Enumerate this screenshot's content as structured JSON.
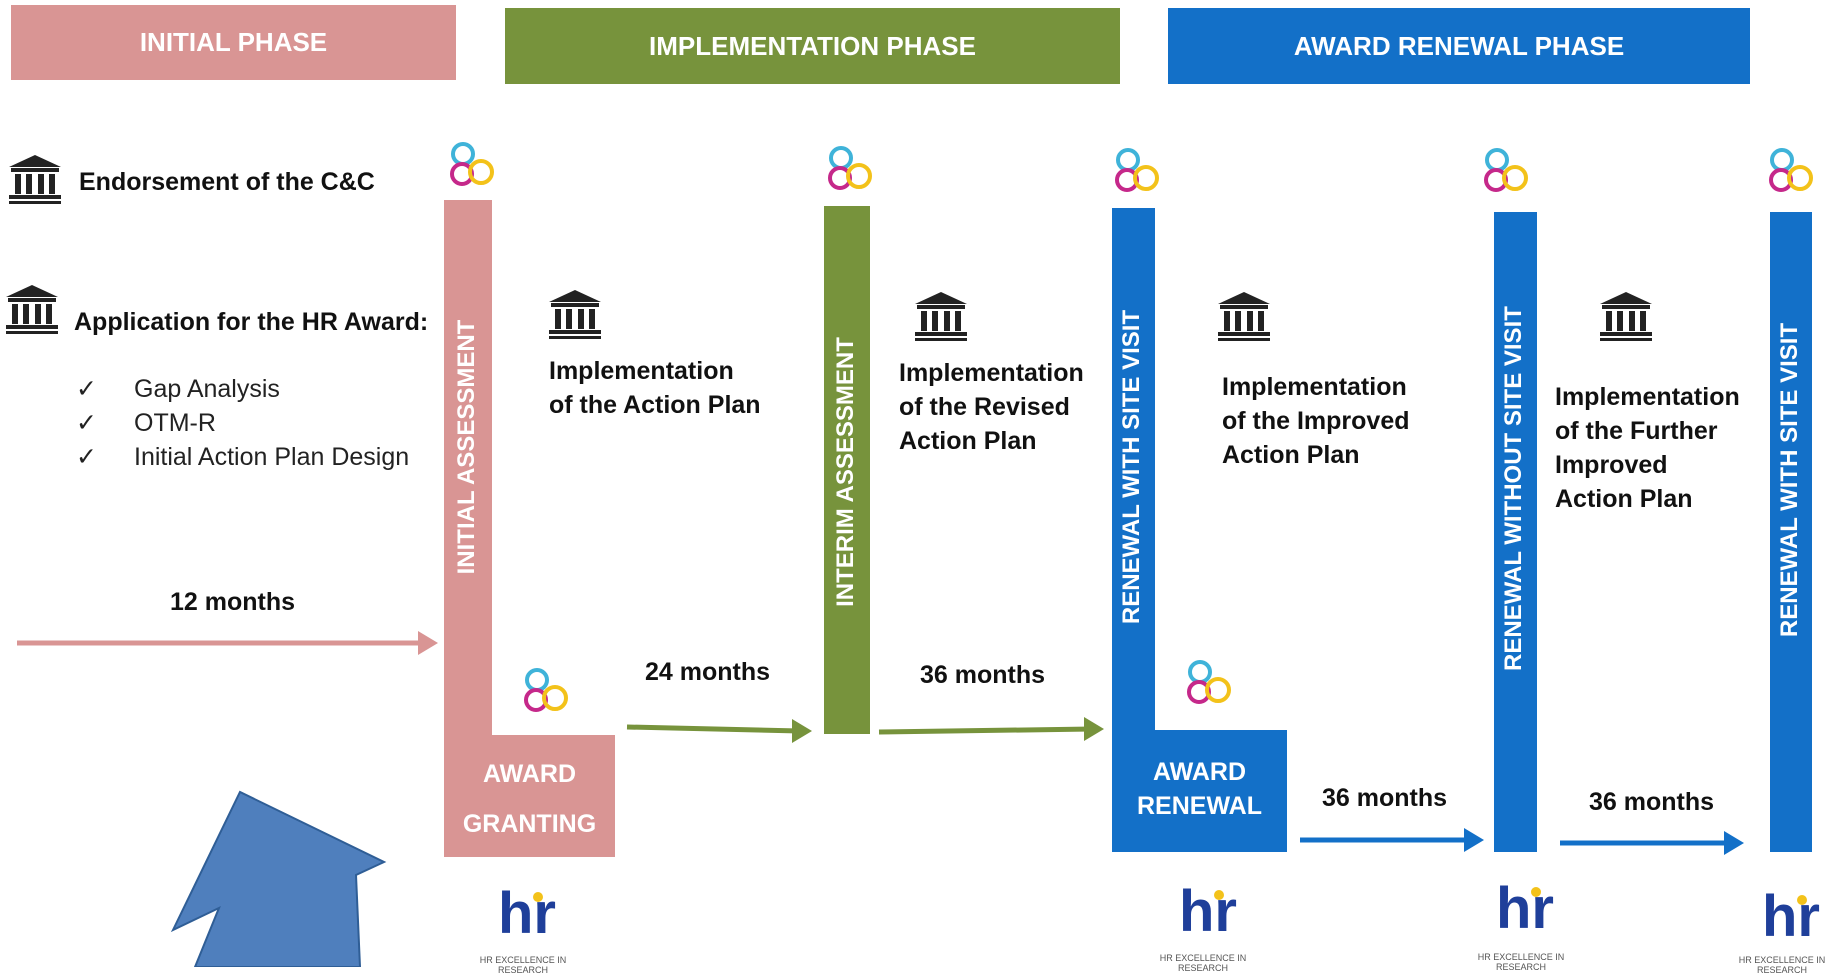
{
  "colors": {
    "initial": "#d99594",
    "implementation": "#77933c",
    "renewal": "#1370c8",
    "bigarrow": "#4f7fbd"
  },
  "phases": {
    "initial": "INITIAL PHASE",
    "implementation": "IMPLEMENTATION PHASE",
    "renewal": "AWARD RENEWAL PHASE"
  },
  "left": {
    "endorsement": "Endorsement of the C&C",
    "application": "Application for the HR Award:",
    "checklist": [
      "Gap Analysis",
      "OTM-R",
      "Initial Action Plan Design"
    ],
    "tick": "✓"
  },
  "bars": {
    "initial_assessment": "INITIAL ASSESSMENT",
    "interim_assessment": "INTERIM ASSESSMENT",
    "renewal_with_site_visit_1": "RENEWAL WITH  SITE VISIT",
    "renewal_without_site_visit": "RENEWAL WITHOUT  SITE VISIT",
    "renewal_with_site_visit_2": "RENEWAL WITH  SITE VISIT"
  },
  "boxes": {
    "award_granting": [
      "AWARD",
      "GRANTING"
    ],
    "award_renewal": [
      "AWARD",
      "RENEWAL"
    ]
  },
  "implementation": {
    "action_plan": [
      "Implementation",
      "of the Action Plan"
    ],
    "revised": [
      "Implementation",
      "of the Revised",
      "Action Plan"
    ],
    "improved": [
      "Implementation",
      "of the Improved",
      "Action Plan"
    ],
    "further": [
      "Implementation",
      "of the Further",
      "Improved",
      "Action Plan"
    ]
  },
  "durations": {
    "m12": "12 months",
    "m24": "24 months",
    "m36a": "36 months",
    "m36b": "36 months",
    "m36c": "36 months"
  },
  "logo": {
    "mark": "hr",
    "caption": "HR EXCELLENCE IN RESEARCH"
  },
  "icons": [
    "institution-icon",
    "rings-icon",
    "hr-logo"
  ]
}
